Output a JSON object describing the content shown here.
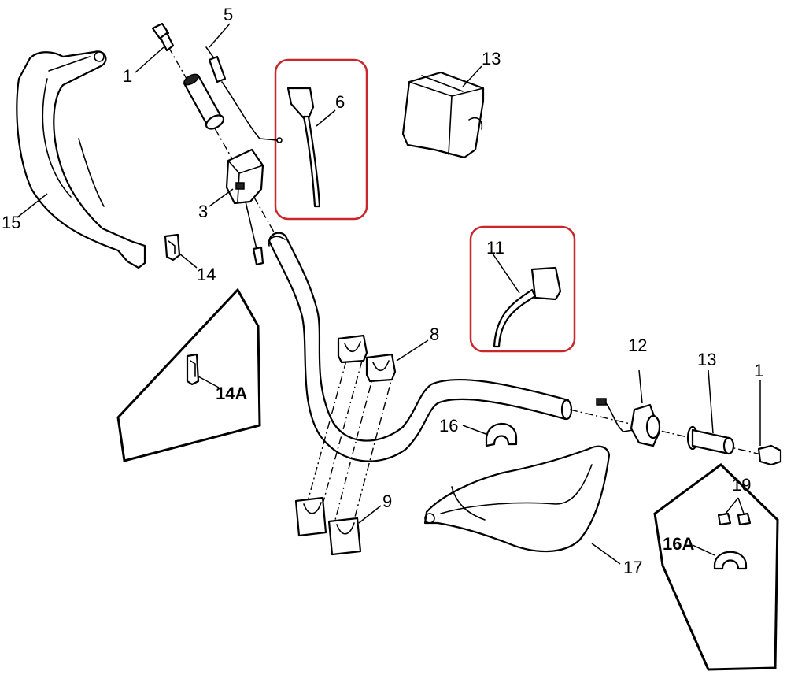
{
  "callouts": {
    "c1_left": "1",
    "c5": "5",
    "c6": "6",
    "c13_top": "13",
    "c15": "15",
    "c3": "3",
    "c14": "14",
    "c14a": "14A",
    "c11": "11",
    "c8": "8",
    "c12": "12",
    "c13_right": "13",
    "c1_right": "1",
    "c16": "16",
    "c9": "9",
    "c19": "19",
    "c16a": "16A",
    "c17": "17"
  },
  "colors": {
    "highlight_box": "#c8282c",
    "line": "#000000",
    "background": "#ffffff"
  }
}
